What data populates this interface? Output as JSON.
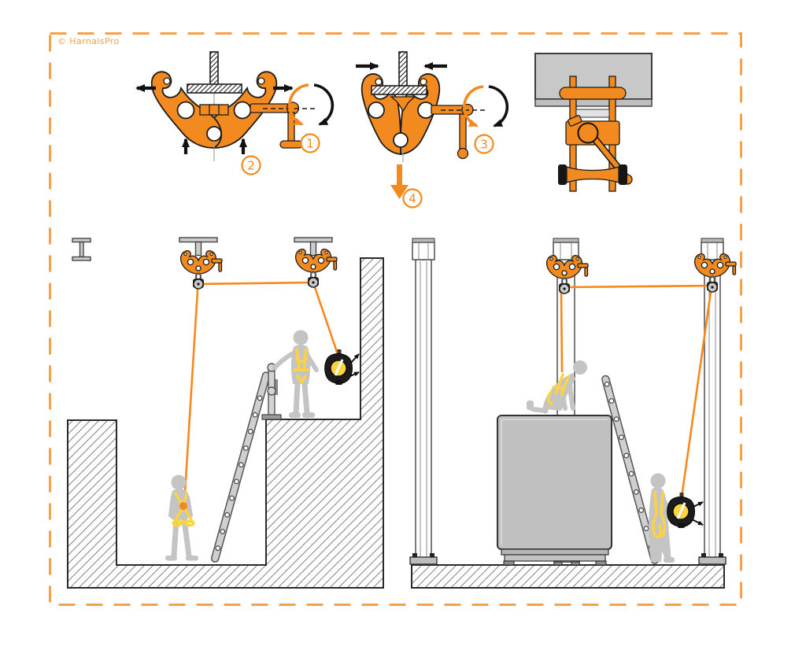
{
  "copyright": "© HarnaisPro",
  "steps": [
    "1",
    "2",
    "3",
    "4"
  ],
  "colors": {
    "accent_orange": "#F28A1F",
    "rope_orange": "#F8871C",
    "border_orange": "#F5A04A",
    "harness_yellow": "#FFD23F",
    "silhouette_gray": "#C4C4C4",
    "steel_gray": "#CDCDCD",
    "device_black": "#1C1C1C"
  },
  "icons": {
    "diagram_open_clamp": "beam-clamp-open-front-view",
    "diagram_closed_clamp": "beam-clamp-closed-front-view",
    "diagram_installed_clamp": "beam-clamp-installed-side-view",
    "scene_left": "pit-access-rope-pulley-scene",
    "scene_right": "machine-access-columns-scene"
  }
}
